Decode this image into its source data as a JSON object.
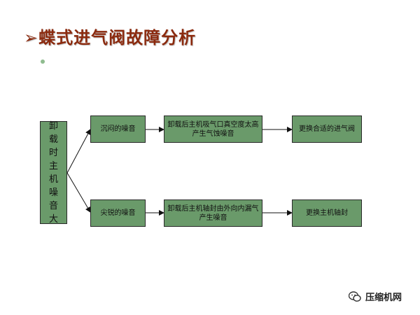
{
  "title": "➢蝶式进气阀故障分析",
  "colors": {
    "title": "#8b2a0e",
    "box_fill": "#6a9a6a",
    "bullet": "#8fbc8f"
  },
  "diagram": {
    "root": "卸载时主机噪音大",
    "branches": [
      {
        "symptom": "沉闷的噪音",
        "cause": "卸载后主机吸气口真空度太高产生气蚀噪音",
        "solution": "更换合适的进气阀"
      },
      {
        "symptom": "尖锐的噪音",
        "cause": "卸载后主机轴封由外向内漏气产生噪音",
        "solution": "更换主机轴封"
      }
    ]
  },
  "watermark": {
    "icon": "wechat-icon",
    "text": "压缩机网"
  }
}
